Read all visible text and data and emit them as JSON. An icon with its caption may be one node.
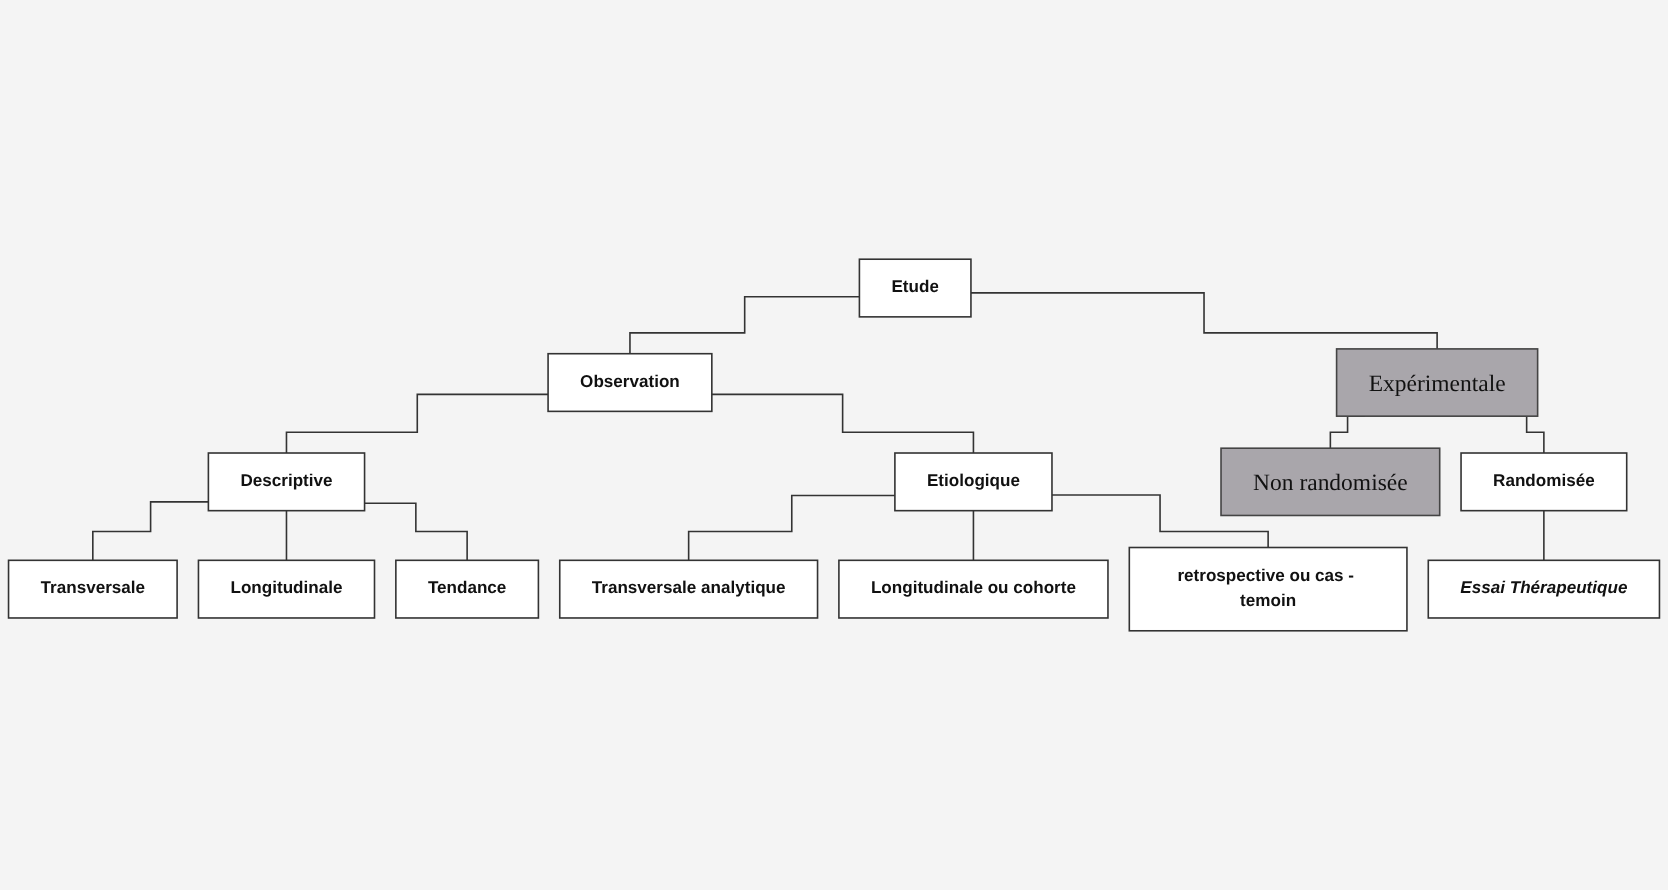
{
  "diagram": {
    "nodes": [
      {
        "text": [
          "Etude"
        ]
      },
      {
        "text": [
          "Observation"
        ]
      },
      {
        "text": [
          "Expérimentale"
        ]
      },
      {
        "text": [
          "Descriptive"
        ]
      },
      {
        "text": [
          "Etiologique"
        ]
      },
      {
        "text": [
          "Non randomisée"
        ]
      },
      {
        "text": [
          "Randomisée"
        ]
      },
      {
        "text": [
          "Transversale"
        ]
      },
      {
        "text": [
          "Longitudinale"
        ]
      },
      {
        "text": [
          "Tendance"
        ]
      },
      {
        "text": [
          "Transversale analytique"
        ]
      },
      {
        "text": [
          "Longitudinale ou cohorte"
        ]
      },
      {
        "text": [
          "retrospective ou cas - temoin"
        ]
      },
      {
        "text": [
          "Essai Thérapeutique"
        ]
      }
    ],
    "edges": [
      {
        "from": 0,
        "to": 1,
        "arrow": "none"
      },
      {
        "from": 0,
        "to": 2,
        "arrow": "none"
      },
      {
        "from": 1,
        "to": 3,
        "arrow": "none"
      },
      {
        "from": 1,
        "to": 4,
        "arrow": "none"
      },
      {
        "from": 2,
        "to": 5,
        "arrow": "none"
      },
      {
        "from": 2,
        "to": 6,
        "arrow": "none"
      },
      {
        "from": 3,
        "to": 7,
        "arrow": "none"
      },
      {
        "from": 3,
        "to": 8,
        "arrow": "none"
      },
      {
        "from": 3,
        "to": 9,
        "arrow": "none"
      },
      {
        "from": 4,
        "to": 10,
        "arrow": "none"
      },
      {
        "from": 4,
        "to": 11,
        "arrow": "none"
      },
      {
        "from": 4,
        "to": 12,
        "arrow": "none"
      },
      {
        "from": 6,
        "to": 13,
        "arrow": "none"
      }
    ]
  }
}
